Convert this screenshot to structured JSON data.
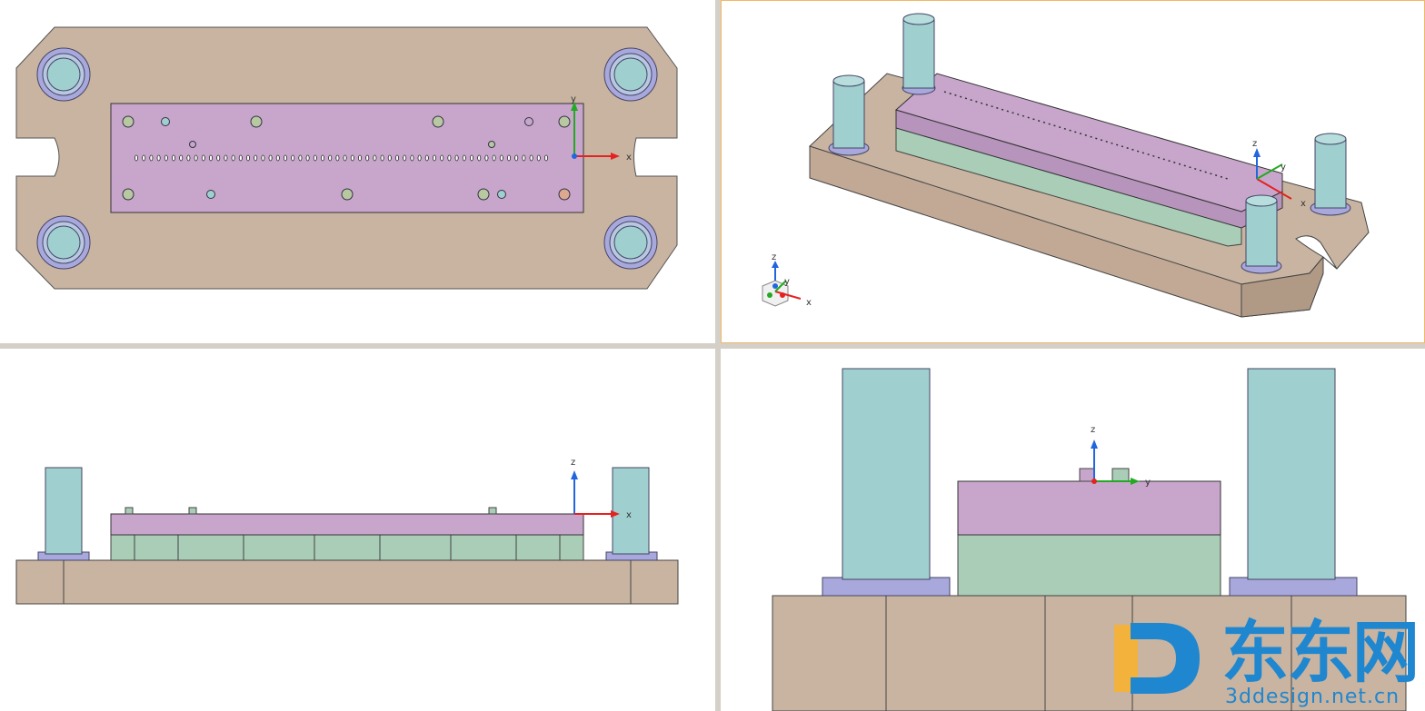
{
  "viewports": [
    {
      "id": "top",
      "name": "top-view"
    },
    {
      "id": "iso",
      "name": "isometric-view"
    },
    {
      "id": "front",
      "name": "front-view"
    },
    {
      "id": "side",
      "name": "side-view"
    }
  ],
  "axes": {
    "x": "x",
    "y": "y",
    "z": "z"
  },
  "colors": {
    "base_plate": "#c8b4a0",
    "base_plate_dark": "#a68f7a",
    "pink_plate": "#c8a6cc",
    "green_block": "#a9cdb6",
    "guide_post": "#9fcfcf",
    "bushing": "#a8a8dc",
    "axis_x": "#e52222",
    "axis_y": "#22aa22",
    "axis_z": "#2266dd",
    "viewport_border_active": "#f2b766",
    "watermark": "#1f86d0",
    "watermark_d": "#f3b23c"
  },
  "watermark": {
    "cn": "东东网",
    "url": "3ddesign.net.cn"
  }
}
